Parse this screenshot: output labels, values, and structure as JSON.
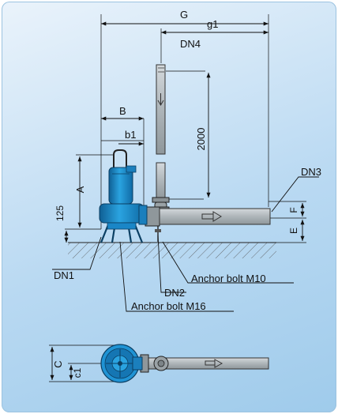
{
  "colors": {
    "background": "#a9d0ee",
    "pump_body": "#1e8fd0",
    "pipe": "#b9c0c4"
  },
  "labels": {
    "G": "G",
    "g1": "g1",
    "DN4": "DN4",
    "B": "B",
    "b1": "b1",
    "len_2000": "2000",
    "A": "A",
    "DN3": "DN3",
    "h125": "125",
    "F": "F",
    "E": "E",
    "DN1": "DN1",
    "DN2": "DN2",
    "anchor_m10": "Anchor bolt M10",
    "anchor_m16": "Anchor bolt M16",
    "C": "C",
    "c1": "c1"
  }
}
